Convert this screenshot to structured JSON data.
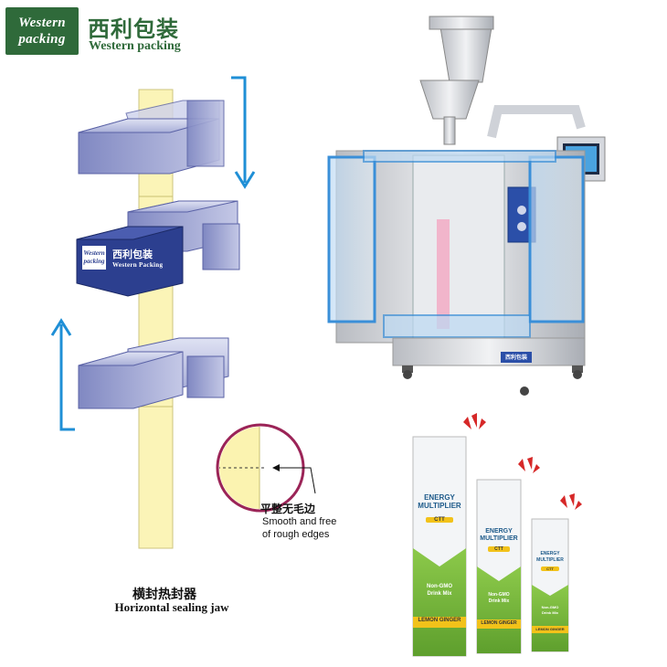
{
  "brand": {
    "logo_line1": "Western",
    "logo_line2": "packing",
    "name_cn": "西利包装",
    "name_en": "Western packing"
  },
  "jaw_badge": {
    "badge_line1": "Western",
    "badge_line2": "packing",
    "name_cn": "西利包装",
    "name_en": "Western Packing"
  },
  "callout": {
    "label_cn": "平整无毛边",
    "label_en": "Smooth and free of rough edges"
  },
  "caption": {
    "title_cn": "横封热封器",
    "title_en": "Horizontal sealing jaw"
  },
  "machine_plate": {
    "text_cn": "西利包装"
  },
  "packets": {
    "line1": "ENERGY",
    "line2": "MULTIPLIER",
    "badge": "CTT",
    "drink": "Non-GMO",
    "drink2": "Drink Mix",
    "flavor": "LEMON GINGER"
  },
  "colors": {
    "brand_green": "#2f6a3a",
    "arrow_blue": "#1f8fd6",
    "film_yellow": "#fbf3b0",
    "jaw_blue": "#7d86c9",
    "packet_green": "#7cbf3f",
    "callout_red": "#9b2457"
  }
}
